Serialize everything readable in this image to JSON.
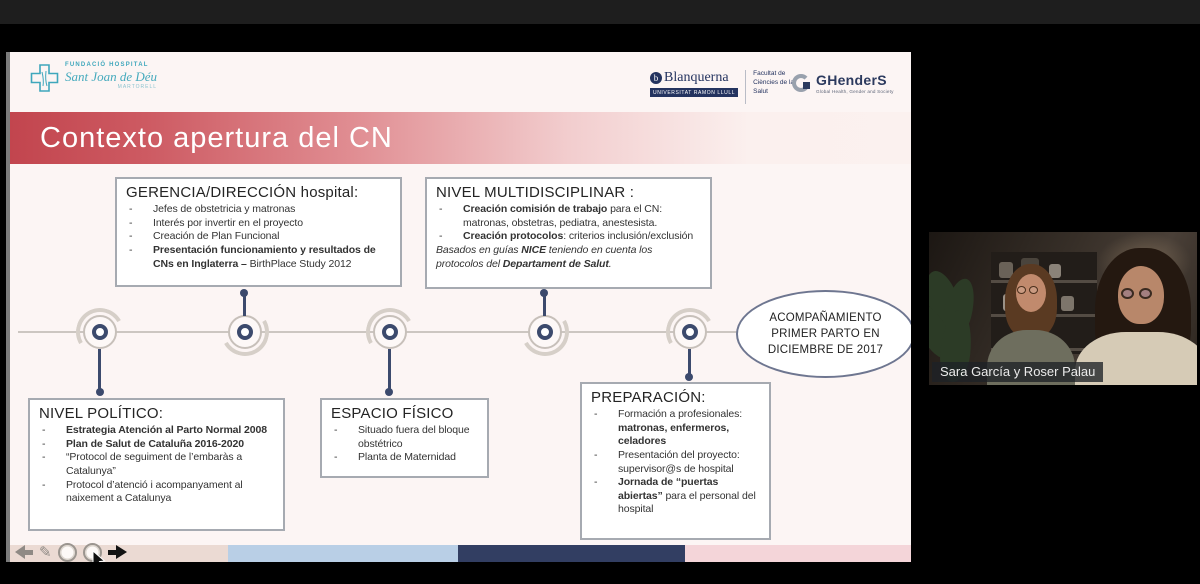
{
  "colors": {
    "banner_left": "#c2454e",
    "banner_mid": "#e08d92",
    "slide_bg": "#fcf5f4",
    "navy_accent": "#3c4a6d",
    "logo_teal": "#3fa7bc",
    "logo_navy": "#24335f",
    "bars": [
      "#ebdad3",
      "#b9cfe6",
      "#323e62",
      "#f4d5d9"
    ]
  },
  "window": {
    "participant_label": "Sara García y Roser Palau"
  },
  "toolbar": {
    "icons": [
      "back-arrow",
      "pencil",
      "stamp",
      "stamp",
      "forward-arrow"
    ]
  },
  "slide": {
    "title": "Contexto apertura del CN",
    "logos": {
      "hospital": {
        "line1": "FUNDACIÓ HOSPITAL",
        "script": "Sant Joan de Déu",
        "line3": "MARTORELL"
      },
      "blanquerna": {
        "name": "Blanquerna",
        "badge": "UNIVERSITAT RAMON LLULL",
        "faculty": "Facultat de Ciències de la Salut"
      },
      "ghenders": {
        "name": "GHenderS",
        "tagline": "Global Health, Gender and Society"
      }
    },
    "oval_text": "ACOMPAÑAMIENTO PRIMER PARTO EN DICIEMBRE DE 2017",
    "boxes": [
      {
        "title": "GERENCIA/DIRECCIÓN hospital:",
        "bullets": [
          {
            "seg": [
              {
                "t": "Jefes de obstetricia y matronas"
              }
            ]
          },
          {
            "seg": [
              {
                "t": "Interés por invertir en el proyecto"
              }
            ]
          },
          {
            "seg": [
              {
                "t": "Creación de Plan Funcional"
              }
            ]
          },
          {
            "seg": [
              {
                "t": "Presentación funcionamiento y resultados de CNs en Inglaterra – ",
                "b": true
              },
              {
                "t": "BirthPlace Study 2012"
              }
            ]
          }
        ]
      },
      {
        "title": "NIVEL MULTIDISCIPLINAR :",
        "bullets": [
          {
            "seg": [
              {
                "t": "Creación comisión de trabajo",
                "b": true
              },
              {
                "t": " para el CN: matronas, obstetras, pediatra, anestesista."
              }
            ]
          },
          {
            "seg": [
              {
                "t": "Creación protocolos",
                "b": true
              },
              {
                "t": ": criterios inclusión/exclusión"
              }
            ]
          },
          {
            "nomark": true,
            "seg": [
              {
                "t": "Basados en guías ",
                "i": true
              },
              {
                "t": "NICE",
                "b": true,
                "i": true
              },
              {
                "t": " teniendo en cuenta los protocolos del ",
                "i": true
              },
              {
                "t": "Departament de Salut",
                "b": true,
                "i": true
              },
              {
                "t": ".",
                "i": true
              }
            ]
          }
        ]
      },
      {
        "title": "NIVEL POLÍTICO:",
        "bullets": [
          {
            "seg": [
              {
                "t": "Estrategia Atención al Parto Normal 2008",
                "b": true
              }
            ]
          },
          {
            "seg": [
              {
                "t": "Plan de Salut de Cataluña 2016-2020",
                "b": true
              }
            ]
          },
          {
            "seg": [
              {
                "t": "“Protocol de seguiment de l’embaràs a Catalunya”"
              }
            ]
          },
          {
            "seg": [
              {
                "t": "Protocol d’atenció i acompanyament al naixement a Catalunya"
              }
            ]
          }
        ]
      },
      {
        "title": "ESPACIO FÍSICO",
        "bullets": [
          {
            "seg": [
              {
                "t": "Situado fuera del bloque obstétrico"
              }
            ]
          },
          {
            "seg": [
              {
                "t": "Planta de Maternidad"
              }
            ]
          }
        ]
      },
      {
        "title": "PREPARACIÓN:",
        "bullets": [
          {
            "seg": [
              {
                "t": "Formación a profesionales: "
              },
              {
                "t": "matronas, enfermeros, celadores",
                "b": true
              }
            ]
          },
          {
            "seg": [
              {
                "t": "Presentación del proyecto: supervisor@s de hospital"
              }
            ]
          },
          {
            "seg": [
              {
                "t": "Jornada de “puertas abiertas”",
                "b": true
              },
              {
                "t": " para el personal del hospital"
              }
            ]
          }
        ]
      }
    ]
  }
}
